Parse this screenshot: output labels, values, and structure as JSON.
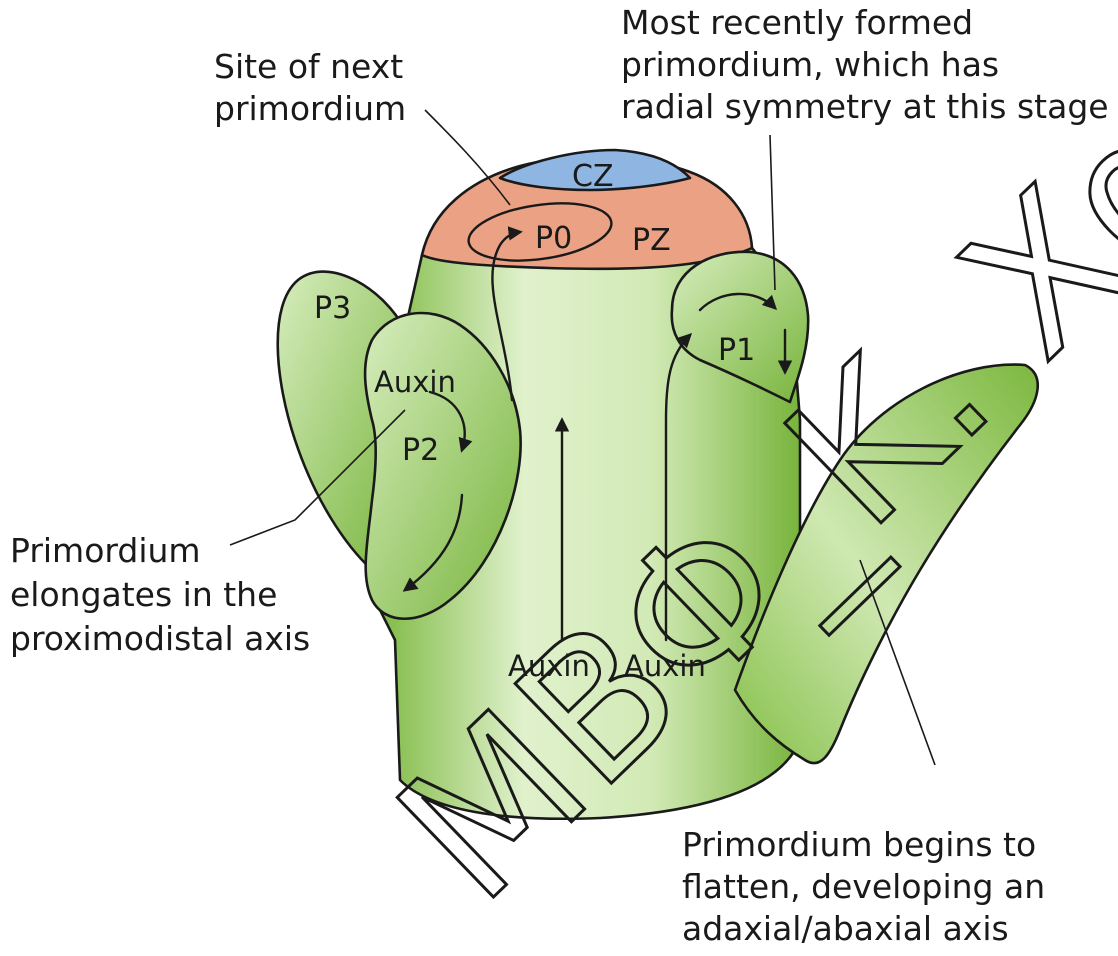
{
  "figure": {
    "regions": {
      "cz": "CZ",
      "pz": "PZ",
      "p0": "P0",
      "p1": "P1",
      "p2": "P2",
      "p3": "P3"
    },
    "auxin_labels": {
      "p2": "Auxin",
      "stem_left": "Auxin",
      "stem_right": "Auxin"
    },
    "callouts": {
      "next_primordium": [
        "Site of next",
        "primordium"
      ],
      "recent_primordium": [
        "Most recently formed",
        "primordium, which has",
        "radial symmetry at this stage"
      ],
      "elongates": [
        "Primordium",
        "elongates in the",
        "proximodistal axis"
      ],
      "flattens": [
        "Primordium begins to",
        "flatten, developing an",
        "adaxial/abaxial axis"
      ]
    },
    "watermark": "ΜΒΦ_Κ. Χαράλ"
  },
  "colors": {
    "tissue_light": "#d9eec0",
    "tissue_mid": "#a6d470",
    "tissue_dark": "#76b23a",
    "peripheral_zone": "#eba184",
    "central_zone": "#8fb6e3",
    "outline": "#1a1a1a"
  }
}
